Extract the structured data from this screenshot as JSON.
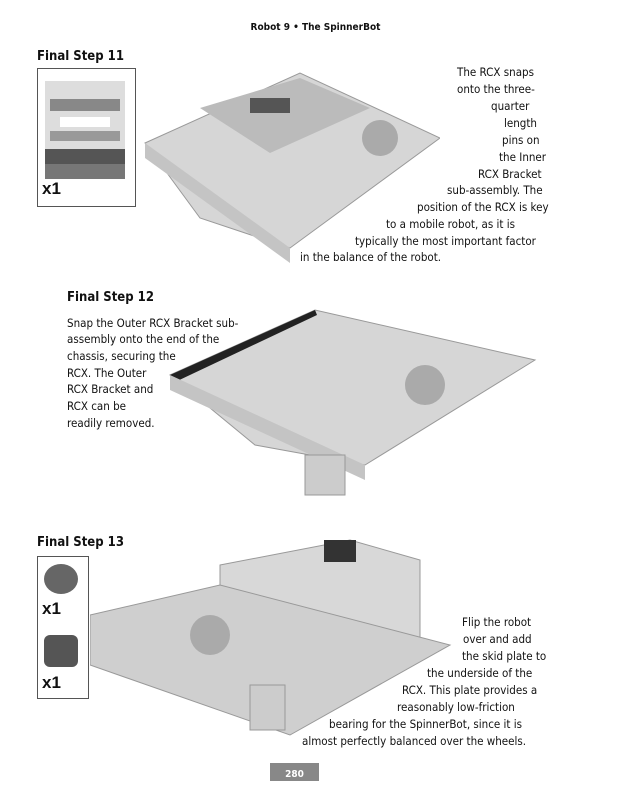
{
  "header": "Robot 9 • The SpinnerBot",
  "step11": {
    "title": "Final Step 11",
    "qty": "x1",
    "lines": [
      "The RCX snaps",
      "onto the three-",
      "quarter",
      "length",
      "pins on",
      "the Inner",
      "RCX Bracket",
      "sub-assembly. The",
      "position of the RCX is key",
      "to a mobile robot, as it is",
      "typically the most important factor",
      "in the balance of the robot."
    ]
  },
  "step12": {
    "title": "Final Step 12",
    "lines": [
      "Snap the Outer RCX Bracket sub-",
      "assembly onto the end of the",
      "chassis, securing the",
      "RCX. The Outer",
      "RCX Bracket and",
      "RCX can be",
      "readily removed."
    ]
  },
  "step13": {
    "title": "Final Step 13",
    "qty": [
      "x1",
      "x1"
    ],
    "lines": [
      "Flip the robot",
      "over and add",
      "the skid plate to",
      "the underside of the",
      "RCX. This plate provides a",
      "reasonably low-friction",
      "bearing for the SpinnerBot, since it is",
      "almost perfectly balanced over the wheels."
    ]
  },
  "page_number": "280"
}
